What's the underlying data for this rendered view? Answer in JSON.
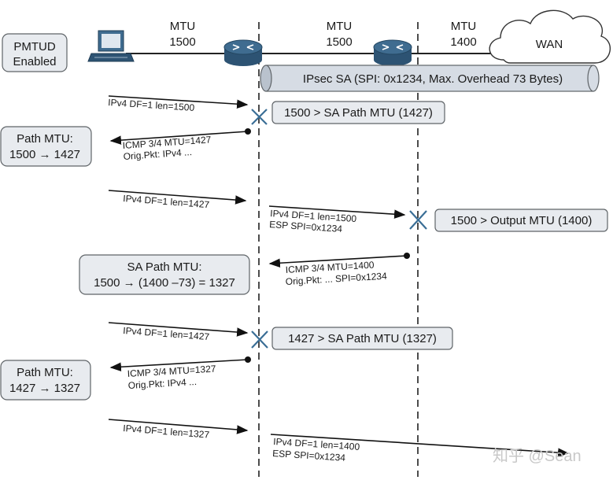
{
  "mtu_labels": [
    {
      "top": "MTU",
      "value": "1500"
    },
    {
      "top": "MTU",
      "value": "1500"
    },
    {
      "top": "MTU",
      "value": "1400"
    }
  ],
  "wan": "WAN",
  "pmtud_note": [
    "PMTUD",
    "Enabled"
  ],
  "tunnel_label": "IPsec SA (SPI: 0x1234, Max. Overhead 73 Bytes)",
  "notes": {
    "sa_path_1": "1500 > SA Path MTU (1427)",
    "output_mtu": "1500 > Output MTU (1400)",
    "sa_path_2": "1427 > SA Path MTU (1327)"
  },
  "host_notes": {
    "path_mtu_1": [
      "Path MTU:",
      "1500 → 1427"
    ],
    "sa_path_mtu": [
      "SA Path MTU:",
      "1500 → (1400 –73) = 1327"
    ],
    "path_mtu_2": [
      "Path MTU:",
      "1427 → 1327"
    ]
  },
  "messages": {
    "m1": [
      "IPv4 DF=1 len=1500"
    ],
    "m2": [
      "ICMP 3/4 MTU=1427",
      "Orig.Pkt: IPv4 ..."
    ],
    "m3": [
      "IPv4 DF=1 len=1427"
    ],
    "m4": [
      "IPv4 DF=1 len=1500",
      "ESP SPI=0x1234"
    ],
    "m5": [
      "ICMP 3/4 MTU=1400",
      "Orig.Pkt: ... SPI=0x1234"
    ],
    "m6": [
      "IPv4 DF=1 len=1427"
    ],
    "m7": [
      "ICMP 3/4 MTU=1327",
      "Orig.Pkt: IPv4 ..."
    ],
    "m8": [
      "IPv4 DF=1 len=1327"
    ],
    "m9": [
      "IPv4 DF=1 len=1400",
      "ESP SPI=0x1234"
    ]
  },
  "watermark": "知乎 @Sean",
  "colors": {
    "box_fill": "#e8ebef",
    "box_stroke": "#5f6468",
    "tunnel_fill": "#d6dce4",
    "router_top": "#3f6c90",
    "router_body": "#2d5373",
    "drop_mark": "#3a6e96",
    "line": "#111111"
  }
}
